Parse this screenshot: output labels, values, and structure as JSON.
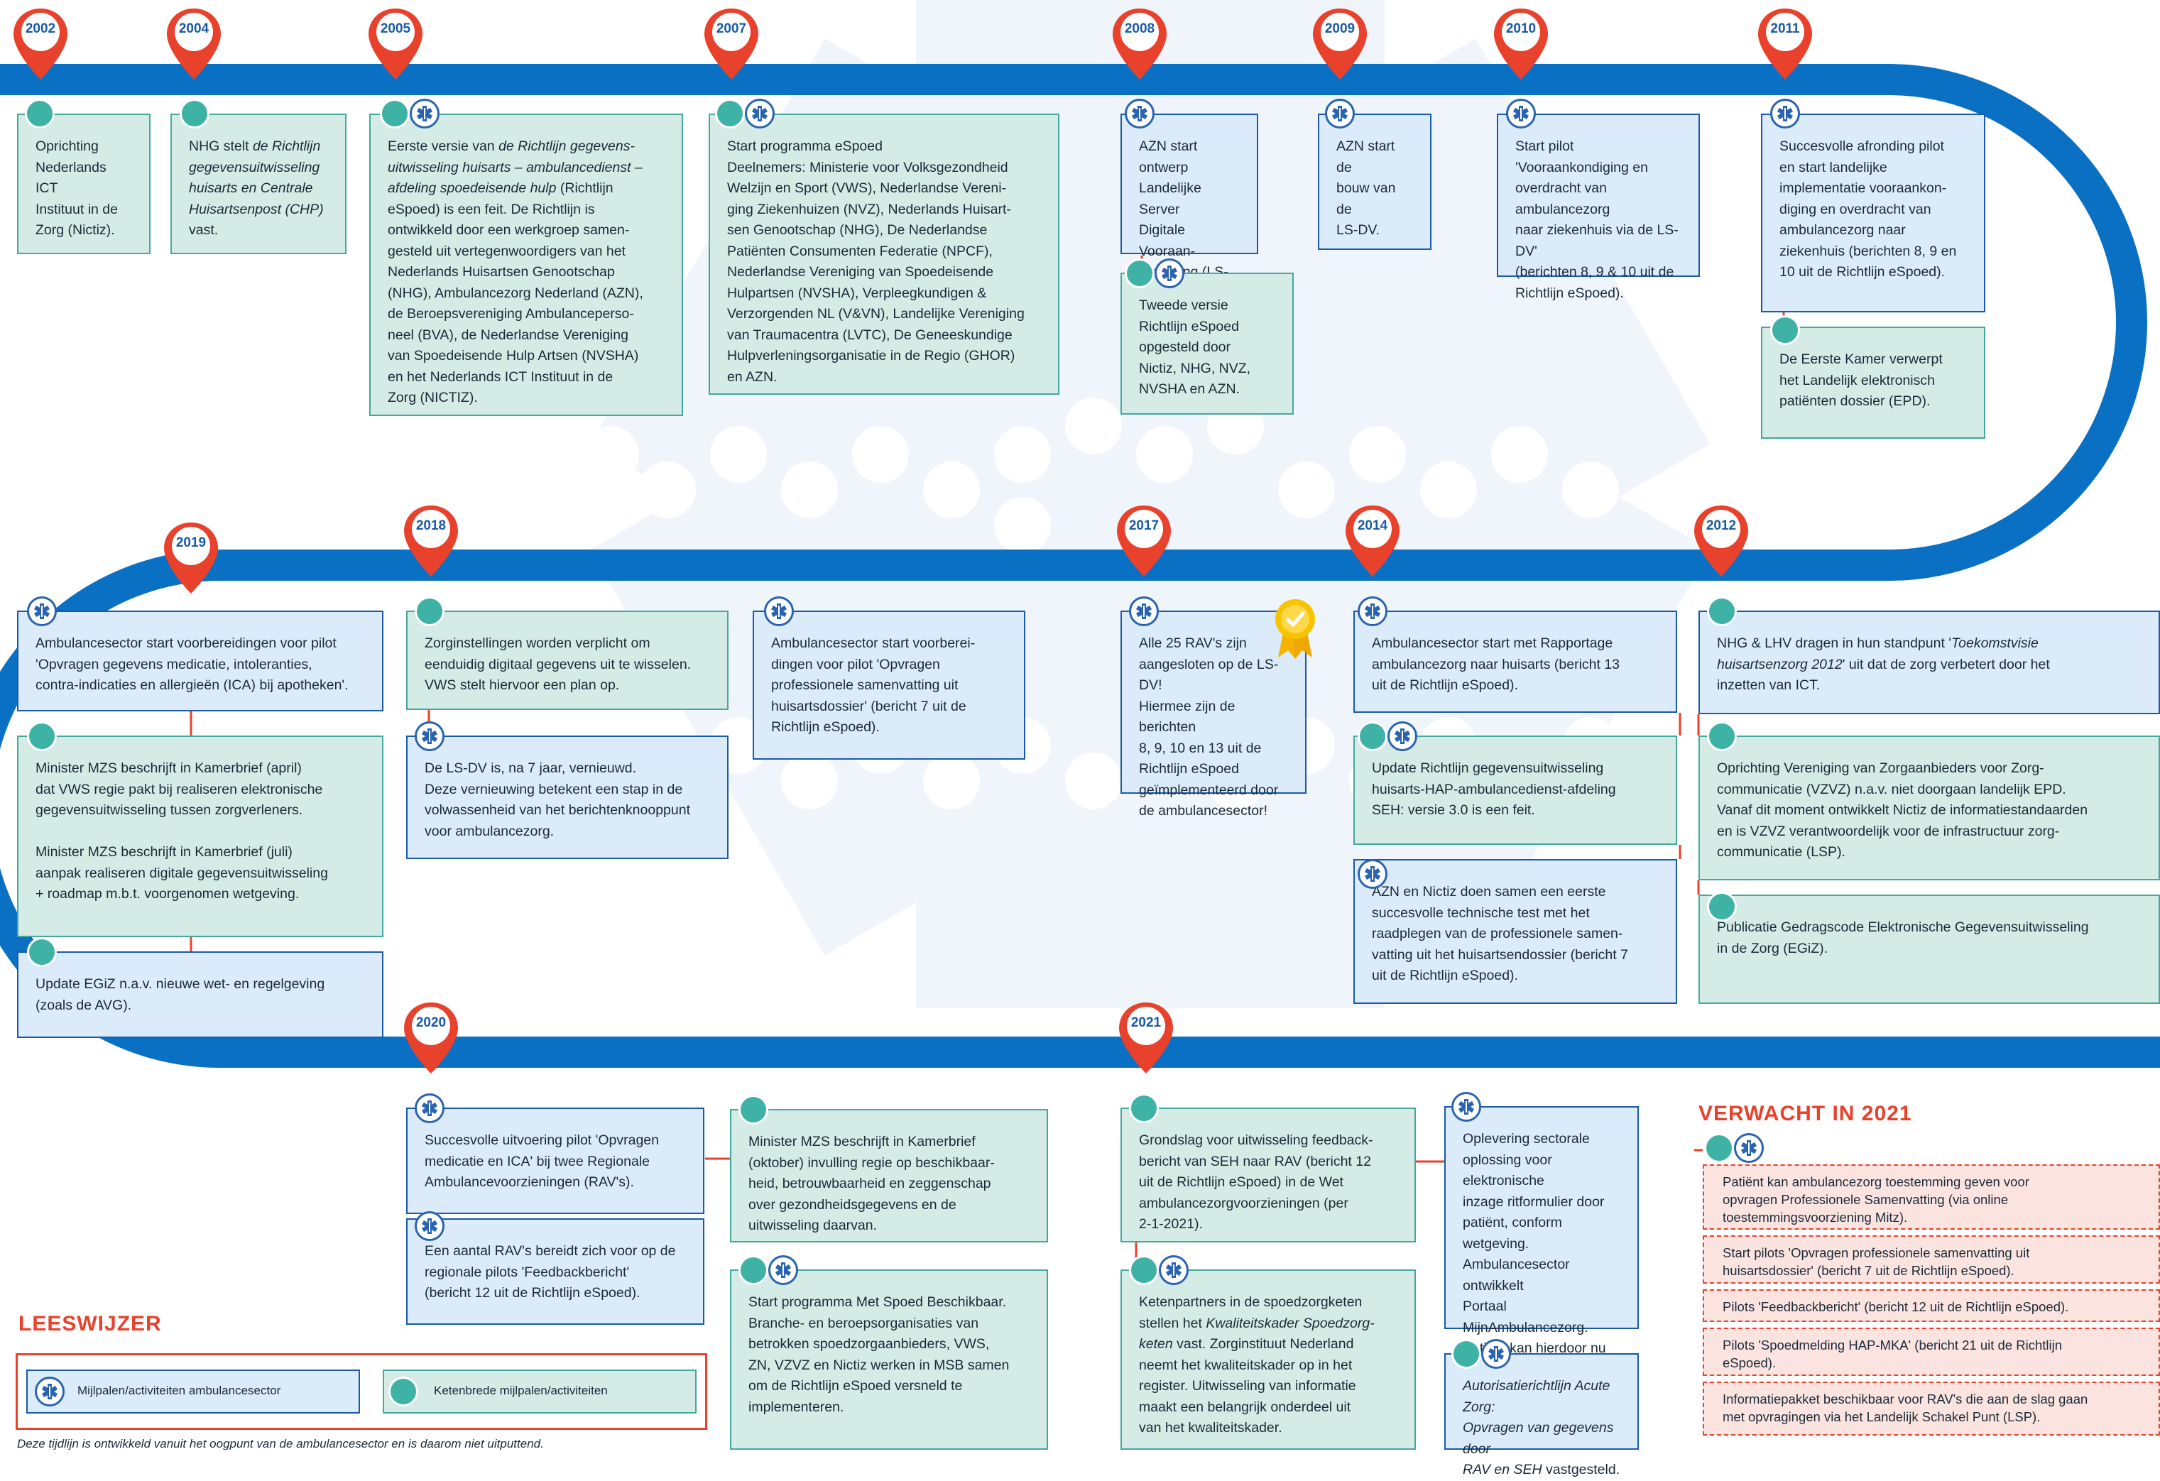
{
  "colors": {
    "accent_red": "#e8412c",
    "dark_blue": "#1a5aa8",
    "track_blue": "#0a70c4",
    "teal": "#3fb2a6",
    "green_box": "#d5ebe6",
    "blue_box": "#dcebf9"
  },
  "icons": {
    "ambulance_marker": "star-of-life-icon",
    "chain_marker": "teal-dot-icon",
    "pin": "map-pin-icon",
    "award": "award-badge-icon"
  },
  "years": {
    "y2002": "2002",
    "y2004": "2004",
    "y2005": "2005",
    "y2007": "2007",
    "y2008": "2008",
    "y2009": "2009",
    "y2010": "2010",
    "y2011": "2011",
    "y2019": "2019",
    "y2018": "2018",
    "y2017": "2017",
    "y2014": "2014",
    "y2012": "2012",
    "y2020": "2020",
    "y2021": "2021"
  },
  "events": {
    "e2002": "Oprichting\nNederlands ICT\nInstituut in de\nZorg (Nictiz).",
    "e2004_a": "NHG stelt ",
    "e2004_b": "de Richtlijn\ngegevensuitwisseling\nhuisarts en Centrale\nHuisartsenpost (CHP)",
    "e2004_c": "\nvast.",
    "e2005_a": "Eerste versie van ",
    "e2005_b": "de Richtlijn gegevens-\nuitwisseling huisarts – ambulancedienst –\nafdeling spoedeisende hulp",
    "e2005_c": " (Richtlijn\neSpoed) is een feit. De Richtlijn is\nontwikkeld door een werkgroep samen-\ngesteld uit vertegenwoordigers van het\nNederlands Huisartsen Genootschap\n(NHG), Ambulancezorg Nederland (AZN),\nde Beroepsvereniging Ambulanceperso-\nneel (BVA), de Nederlandse Vereniging\nvan Spoedeisende Hulp Artsen (NVSHA)\nen het Nederlands ICT Instituut in de\nZorg (NICTIZ).",
    "e2007": "Start programma eSpoed\nDeelnemers: Ministerie voor Volksgezondheid\nWelzijn en Sport (VWS), Nederlandse Vereni-\nging Ziekenhuizen (NVZ), Nederlands Huisart-\nsen Genootschap (NHG), De Nederlandse\nPatiënten Consumenten Federatie (NPCF),\nNederlandse Vereniging van Spoedeisende\nHulpartsen (NVSHA), Verpleegkundigen &\nVerzorgenden NL (V&VN), Landelijke Vereniging\nvan Traumacentra (LVTC), De Geneeskundige\nHulpverleningsorganisatie in de Regio (GHOR)\nen AZN.",
    "e2008_a": "AZN start ontwerp\nLandelijke Server\nDigitale Vooraan-\nkondiging (LS-DV).",
    "e2008_b": "Tweede versie\nRichtlijn eSpoed\nopgesteld door\nNictiz, NHG, NVZ,\nNVSHA en AZN.",
    "e2009": "AZN start de\nbouw van de\nLS-DV.",
    "e2010": "Start pilot\n'Vooraankondiging en\noverdracht van ambulancezorg\nnaar ziekenhuis via de LS-DV'\n(berichten 8, 9 & 10 uit de\nRichtlijn eSpoed).",
    "e2011_a": "Succesvolle afronding pilot\nen start landelijke\nimplementatie vooraankon-\ndiging en overdracht van\nambulancezorg naar\nziekenhuis (berichten 8, 9 en\n10 uit de Richtlijn eSpoed).",
    "e2011_b": "De Eerste Kamer verwerpt\nhet Landelijk elektronisch\npatiënten dossier (EPD).",
    "e2019_a": "Ambulancesector start voorbereidingen voor pilot\n'Opvragen gegevens medicatie, intoleranties,\ncontra-indicaties en allergieën (ICA) bij apotheken'.",
    "e2019_b": "Minister MZS beschrijft in Kamerbrief (april)\ndat VWS regie pakt bij realiseren elektronische\ngegevensuitwisseling tussen zorgverleners.\n\nMinister MZS beschrijft in Kamerbrief (juli)\naanpak realiseren digitale gegevensuitwisseling\n+ roadmap m.b.t. voorgenomen wetgeving.",
    "e2019_c": "Update EGiZ n.a.v. nieuwe wet- en regelgeving\n(zoals de AVG).",
    "e2018_a": "Zorginstellingen worden verplicht om\neenduidig digitaal gegevens uit te wisselen.\nVWS stelt hiervoor een plan op.",
    "e2018_b": "De LS-DV is, na 7 jaar, vernieuwd.\nDeze vernieuwing betekent een stap in de\nvolwassenheid van het berichtenknooppunt\nvoor ambulancezorg.",
    "e2018_c": "Ambulancesector start voorberei-\ndingen voor pilot 'Opvragen\nprofessionele samenvatting uit\nhuisartsdossier' (bericht 7 uit de\nRichtlijn eSpoed).",
    "e2017": "Alle 25 RAV's zijn\naangesloten op de LS-DV!\nHiermee zijn de berichten\n8, 9, 10 en 13 uit de\nRichtlijn eSpoed\ngeïmplementeerd door\nde ambulancesector!",
    "e2014_a": "Ambulancesector start met Rapportage\nambulancezorg naar huisarts (bericht 13\nuit de Richtlijn eSpoed).",
    "e2014_b": "Update Richtlijn gegevensuitwisseling\nhuisarts-HAP-ambulancedienst-afdeling\nSEH: versie 3.0 is een feit.",
    "e2014_c": "AZN en Nictiz doen samen een eerste\nsuccesvolle technische test met het\nraadplegen van de professionele samen-\nvatting uit het huisartsendossier (bericht 7\nuit de Richtlijn eSpoed).",
    "e2012_a1": "NHG & LHV dragen in hun standpunt '",
    "e2012_a2": "Toekomstvisie\nhuisartsenzorg 2012",
    "e2012_a3": "' uit dat de zorg verbetert door het\ninzetten van ICT.",
    "e2012_b": "Oprichting Vereniging van Zorgaanbieders voor Zorg-\ncommunicatie (VZVZ) n.a.v. niet doorgaan landelijk EPD.\nVanaf dit moment ontwikkelt Nictiz de informatiestandaarden\nen is VZVZ verantwoordelijk voor de infrastructuur zorg-\ncommunicatie (LSP).",
    "e2012_c": "Publicatie Gedragscode Elektronische Gegevensuitwisseling\nin de Zorg (EGiZ).",
    "e2020_a": "Succesvolle uitvoering pilot 'Opvragen\nmedicatie en ICA' bij twee Regionale\nAmbulancevoorzieningen (RAV's).",
    "e2020_b": "Een aantal RAV's bereidt zich voor op de\nregionale pilots 'Feedbackbericht'\n(bericht 12 uit de Richtlijn eSpoed).",
    "e2020_c": "Minister MZS beschrijft in Kamerbrief\n(oktober) invulling regie op beschikbaar-\nheid, betrouwbaarheid en zeggenschap\nover gezondheidsgegevens en de\nuitwisseling daarvan.",
    "e2020_d": "Start programma Met Spoed Beschikbaar.\nBranche- en beroepsorganisaties van\nbetrokken spoedzorgaanbieders, VWS,\nZN, VZVZ en Nictiz werken in MSB samen\nom de Richtlijn eSpoed versneld te\nimplementeren.",
    "e2021_a": "Grondslag voor uitwisseling feedback-\nbericht van SEH naar RAV (bericht 12\nuit de Richtlijn eSpoed) in de Wet\nambulancezorgvoorzieningen (per\n2-1-2021).",
    "e2021_b1": "Ketenpartners in de spoedzorgketen\nstellen het ",
    "e2021_b2": "Kwaliteitskader Spoedzorg-\nketen",
    "e2021_b3": " vast. Zorginstituut Nederland\nneemt het kwaliteitskader op in het\nregister. Uitwisseling van informatie\nmaakt een belangrijk onderdeel uit\nvan het kwaliteitskader.",
    "e2021_c": "Oplevering sectorale\noplossing voor elektronische\ninzage ritformulier door\npatiënt, conform wetgeving.\nAmbulancesector ontwikkelt\nPortaal MijnAmbulancezorg.\nPatiënt kan hierdoor nu\neigen ritdossier inzien.",
    "e2021_d1": "Autorisatierichtlijn Acute Zorg:\nOpvragen van gegevens door\nRAV en SEH",
    "e2021_d2": " vastgesteld."
  },
  "expected": {
    "title": "VERWACHT IN 2021",
    "items": [
      "Patiënt kan ambulancezorg toestemming geven voor\nopvragen Professionele Samenvatting (via online\ntoestemmingsvoorziening Mitz).",
      "Start pilots 'Opvragen professionele samenvatting uit\nhuisartsdossier' (bericht 7 uit de Richtlijn eSpoed).",
      "Pilots 'Feedbackbericht' (bericht 12 uit de Richtlijn eSpoed).",
      "Pilots 'Spoedmelding HAP-MKA' (bericht 21 uit de Richtlijn\neSpoed).",
      "Informatiepakket beschikbaar voor RAV's die aan de slag gaan\nmet opvragingen via het Landelijk Schakel Punt (LSP)."
    ]
  },
  "legend": {
    "title": "LEESWIJZER",
    "ambulance_label": "Mijlpalen/activiteiten ambulancesector",
    "chain_label": "Ketenbrede mijlpalen/activiteiten"
  },
  "footnote": "Deze tijdlijn is ontwikkeld vanuit het oogpunt van de ambulancesector en is daarom niet uitputtend."
}
